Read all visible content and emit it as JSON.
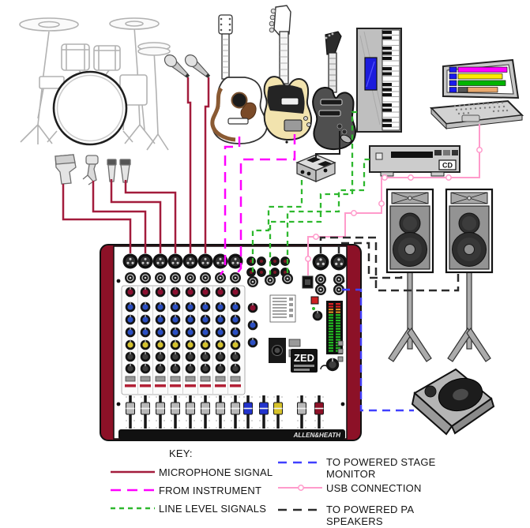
{
  "legend": {
    "title": "KEY:",
    "items": [
      {
        "id": "microphone-signal",
        "label": "MICROPHONE SIGNAL",
        "color": "#A31C3C",
        "style": "solid"
      },
      {
        "id": "from-instrument",
        "label": "FROM INSTRUMENT",
        "color": "#FF00FF",
        "style": "long-dash"
      },
      {
        "id": "line-level-signals",
        "label": "LINE LEVEL SIGNALS",
        "color": "#2EB82E",
        "style": "short-dash"
      },
      {
        "id": "to-powered-stage-monitor",
        "label": "TO POWERED STAGE MONITOR",
        "color": "#4040FF",
        "style": "dash"
      },
      {
        "id": "usb-connection",
        "label": "USB CONNECTION",
        "color": "#FF9BCB",
        "style": "solid-with-nodes"
      },
      {
        "id": "to-powered-pa-speakers",
        "label": "TO POWERED PA SPEAKERS",
        "color": "#2B2B2B",
        "style": "dash"
      }
    ]
  },
  "mixer": {
    "brand": "ALLEN&HEATH",
    "model": "ZED",
    "mono_channels": 8,
    "side_panel_color": "#8C1127",
    "fader_cap_colors": {
      "mono": "#B8B8B8",
      "stereo": "#2233CC",
      "aux": "#D6C22A",
      "master_left": "#B8B8B8",
      "master_right": "#8C1127"
    }
  },
  "cd_player": {
    "label": "CD"
  },
  "laptop": {
    "track_colors": [
      "#FF00FF",
      "#FFE800",
      "#00B400",
      "#E8A96E"
    ]
  },
  "devices": [
    "drum-kit",
    "drum-mics",
    "vocal-mics",
    "acoustic-guitar",
    "bass-guitar",
    "electric-guitar",
    "di-box",
    "keyboard",
    "laptop",
    "cd-player",
    "mixer",
    "pa-speaker-left",
    "pa-speaker-right",
    "stage-monitor"
  ]
}
